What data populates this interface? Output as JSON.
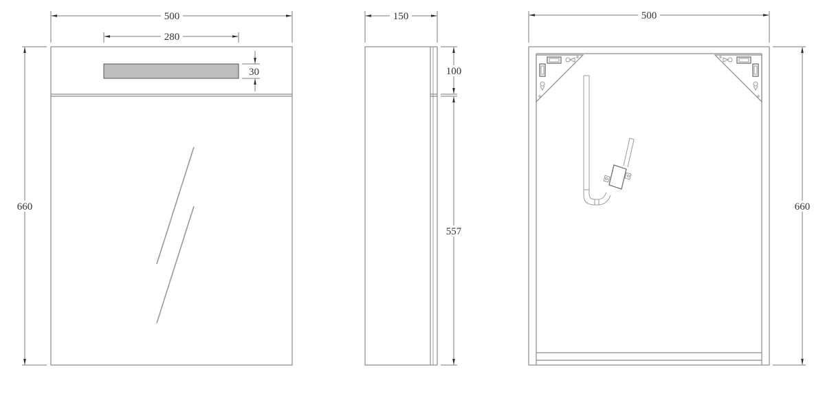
{
  "drawing": {
    "type": "technical dimension drawing",
    "views": [
      {
        "name": "front-view",
        "dimensions": {
          "overall_width": "500",
          "overall_height": "660",
          "panel_width": "280",
          "panel_height": "30"
        }
      },
      {
        "name": "side-view",
        "dimensions": {
          "depth": "150",
          "top_section_height": "100",
          "lower_section_height": "557"
        }
      },
      {
        "name": "rear-view",
        "dimensions": {
          "overall_width": "500",
          "overall_height": "660"
        }
      }
    ]
  },
  "labels": {
    "front_width": "500",
    "front_panel_width": "280",
    "front_panel_height": "30",
    "front_height": "660",
    "side_depth": "150",
    "side_top": "100",
    "side_lower": "557",
    "rear_width": "500",
    "rear_height": "660"
  },
  "colors": {
    "line": "#8a8a8a",
    "text": "#333333",
    "panel_fill": "#bdbdbd",
    "background": "#ffffff"
  }
}
